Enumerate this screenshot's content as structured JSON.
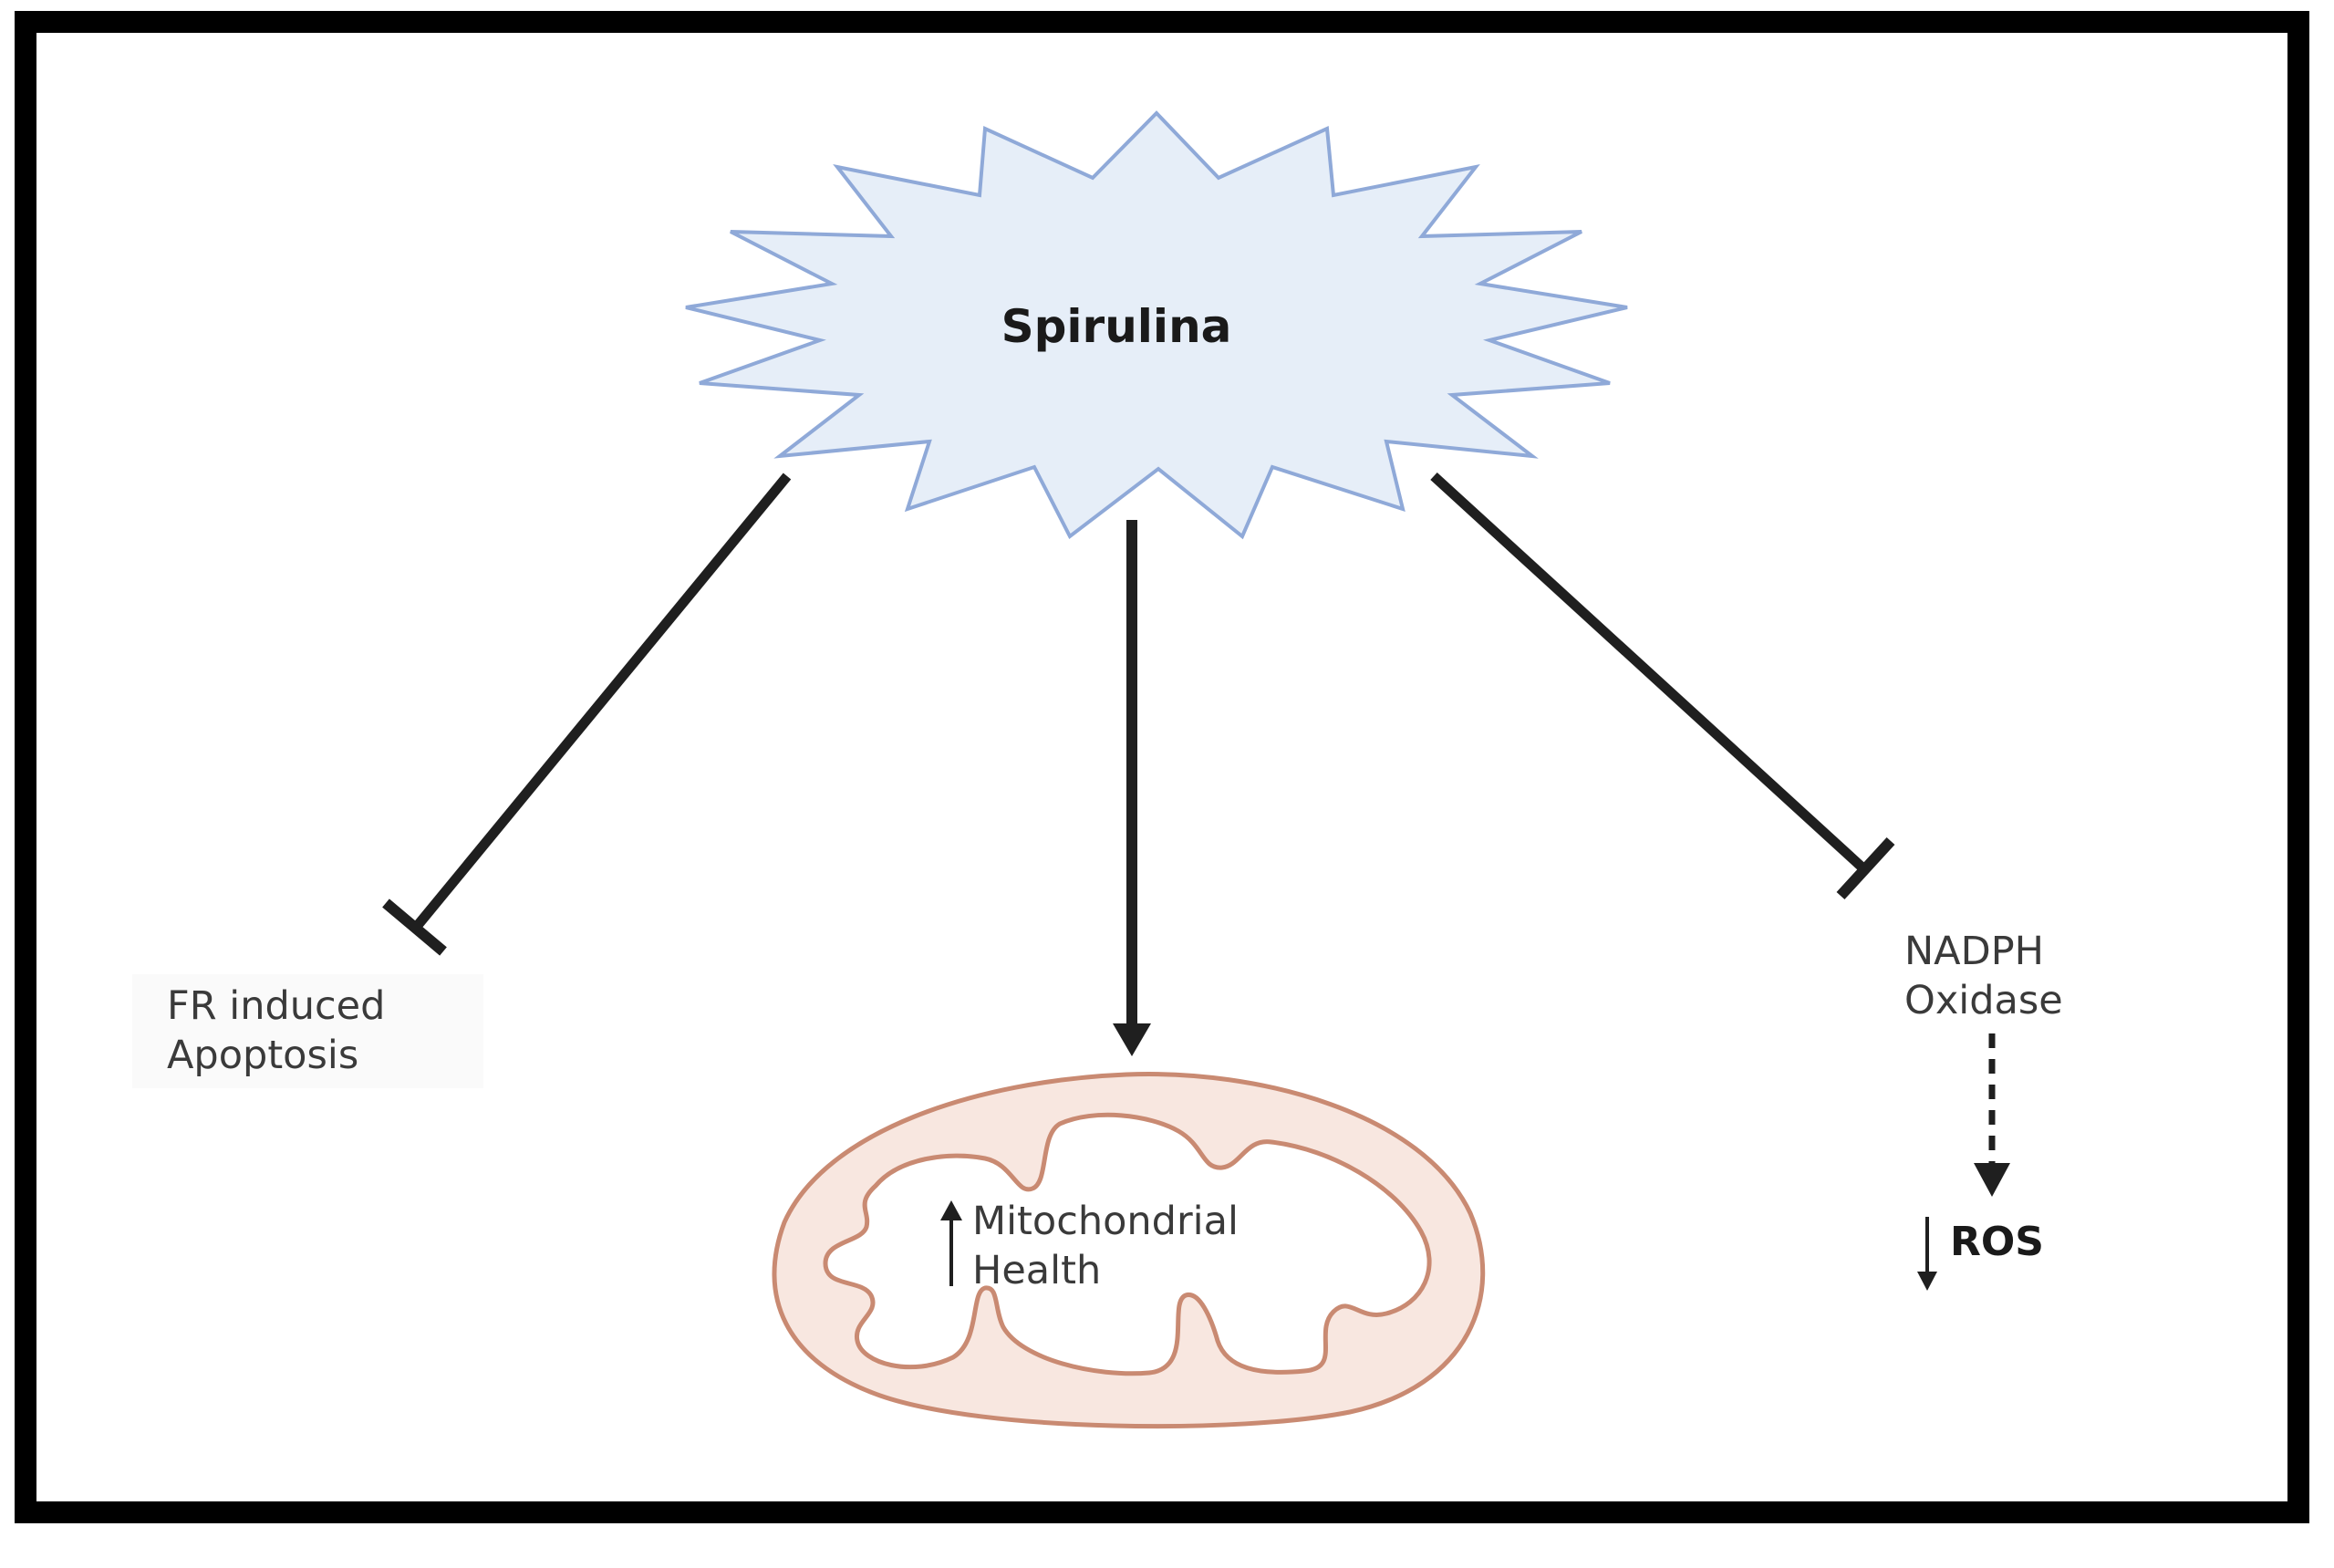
{
  "center": {
    "label": "Spirulina"
  },
  "left_target": {
    "line1": "FR induced",
    "line2": "Apoptosis"
  },
  "middle_target": {
    "line1": "Mitochondrial",
    "line2": "Health"
  },
  "right_target": {
    "line1": "NADPH",
    "line2": "Oxidase"
  },
  "right_outcome": {
    "label": "ROS"
  },
  "colors": {
    "frame": "#000000",
    "star_fill": "#e6eef8",
    "star_stroke": "#8fa9d8",
    "connector": "#1f1f1f",
    "mito_outer_fill": "#f8e7e0",
    "mito_stroke": "#c98a72",
    "mito_inner_fill": "#ffffff"
  },
  "icons": {
    "left_edge": "inhibition-bar-icon",
    "middle_edge": "arrow-down-icon",
    "right_edge": "inhibition-bar-icon",
    "mito_increase": "arrow-up-icon",
    "ros_decrease": "arrow-down-icon"
  }
}
